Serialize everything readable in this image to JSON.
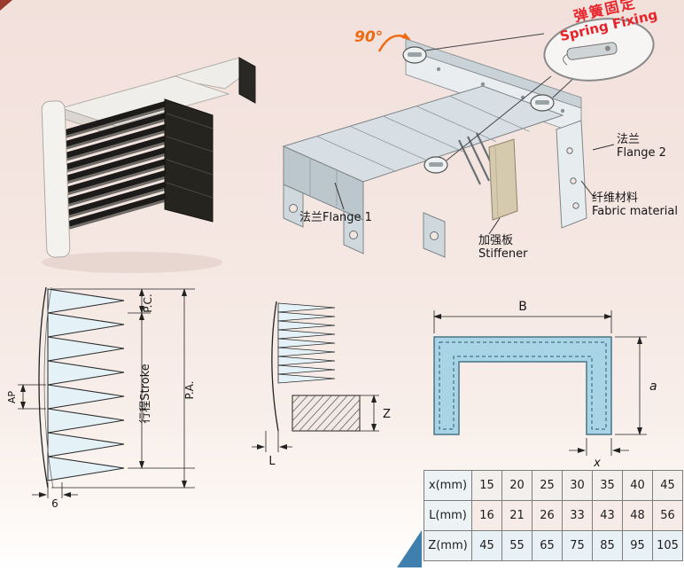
{
  "exploded": {
    "angle": "90°",
    "spring_fixing": {
      "cn": "弹簧固定",
      "en": "Spring Fixing"
    },
    "flange2": {
      "cn": "法兰",
      "en": "Flange 2"
    },
    "fabric": {
      "cn": "纤维材料",
      "en": "Fabric material"
    },
    "flange1": "法兰Flange 1",
    "stiffener": {
      "cn": "加强板",
      "en": "Stiffener"
    }
  },
  "stroke_diagram": {
    "pc": "P.C.",
    "pa": "P.A.",
    "ap": "AP",
    "stroke": "行程Stroke",
    "pitch": "6"
  },
  "compressed_diagram": {
    "z": "Z",
    "l": "L"
  },
  "channel_diagram": {
    "b": "B",
    "a": "a",
    "x": "x"
  },
  "table": {
    "rows": [
      {
        "header": "x(mm)",
        "values": [
          "15",
          "20",
          "25",
          "30",
          "35",
          "40",
          "45"
        ]
      },
      {
        "header": "L(mm)",
        "values": [
          "16",
          "21",
          "26",
          "33",
          "43",
          "48",
          "56"
        ]
      },
      {
        "header": "Z(mm)",
        "values": [
          "45",
          "55",
          "65",
          "75",
          "85",
          "95",
          "105"
        ]
      }
    ]
  },
  "colors": {
    "accent_red": "#e8232a",
    "accent_orange": "#ee6a12",
    "steel_blue": "#a9d4e5",
    "wedge_blue": "#3f7fae"
  }
}
